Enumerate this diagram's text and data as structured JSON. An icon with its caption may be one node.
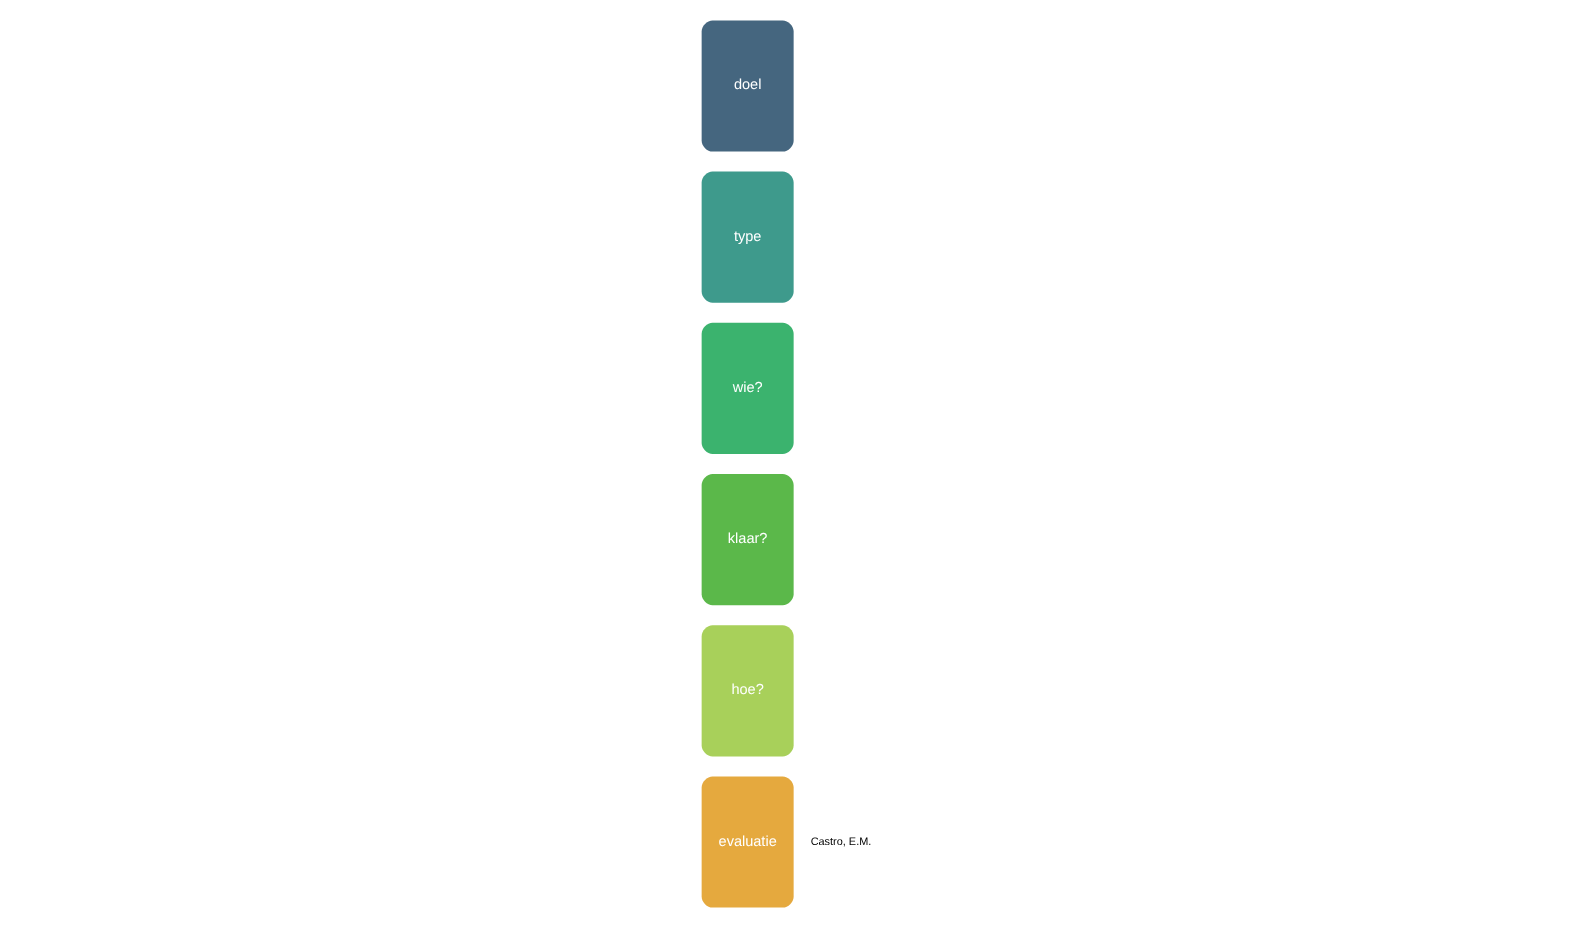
{
  "diagram": {
    "nodes": [
      {
        "text": [
          "doel"
        ]
      },
      {
        "text": [
          "type"
        ]
      },
      {
        "text": [
          "wie?"
        ]
      },
      {
        "text": [
          "klaar?"
        ]
      },
      {
        "text": [
          "hoe?"
        ]
      },
      {
        "text": [
          "evaluatie"
        ]
      }
    ],
    "labels": [
      "Castro, E.M."
    ]
  }
}
